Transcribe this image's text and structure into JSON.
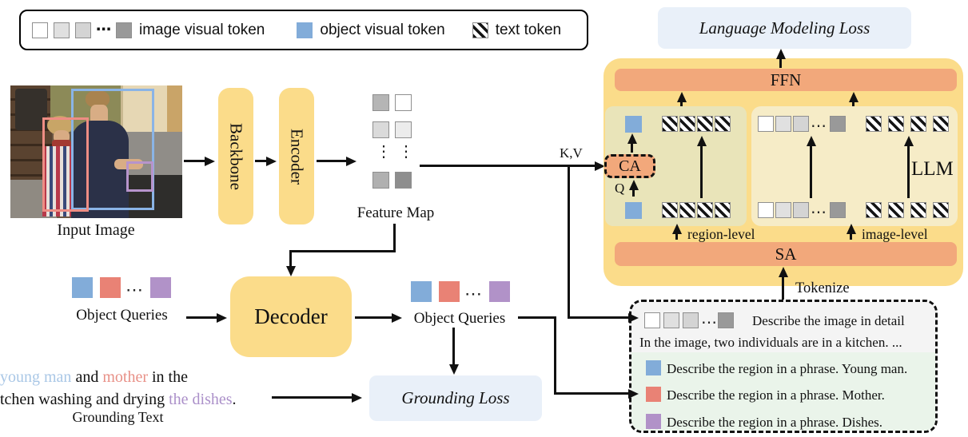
{
  "legend": {
    "image_token_label": "image visual token",
    "object_token_label": "object visual token",
    "text_token_label": "text token",
    "ellipsis": "⋯"
  },
  "glyphs": {
    "ellipsis_h": "⋯",
    "ellipsis_v": "⋮"
  },
  "left_flow": {
    "input_image_label": "Input Image",
    "backbone_label": "Backbone",
    "encoder_label": "Encoder",
    "feature_map_label": "Feature Map",
    "decoder_label": "Decoder",
    "object_queries_label": "Object Queries"
  },
  "grounding": {
    "line1_blue": "young man",
    "line1_mid": " and ",
    "line1_red": "mother",
    "line1_end": " in the",
    "line2_start": "tchen washing and drying ",
    "line2_purple": "the dishes",
    "line2_period": ".",
    "caption": "Grounding Text",
    "loss_label": "Grounding Loss"
  },
  "llm_block": {
    "lm_loss_label": "Language Modeling Loss",
    "ffn_label": "FFN",
    "sa_label": "SA",
    "ca_label": "CA",
    "llm_label": "LLM",
    "kv_label": "K,V",
    "q_label": "Q",
    "region_level_label": "region-level",
    "image_level_label": "image-level",
    "tokenize_label": "Tokenize"
  },
  "prompt_box": {
    "rows": [
      {
        "token": "image-tokens",
        "text": "Describe the image in detail"
      },
      {
        "token": "none",
        "text": "In the image, two individuals are in a kitchen. ..."
      },
      {
        "token": "blue-object-token",
        "text": "Describe the region in a phrase. Young man."
      },
      {
        "token": "red-object-token",
        "text": "Describe the region in a phrase. Mother."
      },
      {
        "token": "purple-object-token",
        "text": "Describe the region in a phrase. Dishes."
      }
    ]
  },
  "colors": {
    "accent_yellow": "#fbdc8a",
    "accent_orange": "#f2a87b",
    "loss_bg": "#e9f0f9",
    "object_blue": "#82acd9",
    "object_red": "#e98275",
    "object_purple": "#b192c8",
    "panel_region": "#e9e4b9",
    "panel_image": "#f6ecc7",
    "prompt_gray_bg": "#f4f4f4",
    "prompt_green_bg": "#eaf4ea",
    "image_token_shades": [
      "#ffffff",
      "#e0e0e0",
      "#d4d4d4",
      "#999999"
    ]
  }
}
